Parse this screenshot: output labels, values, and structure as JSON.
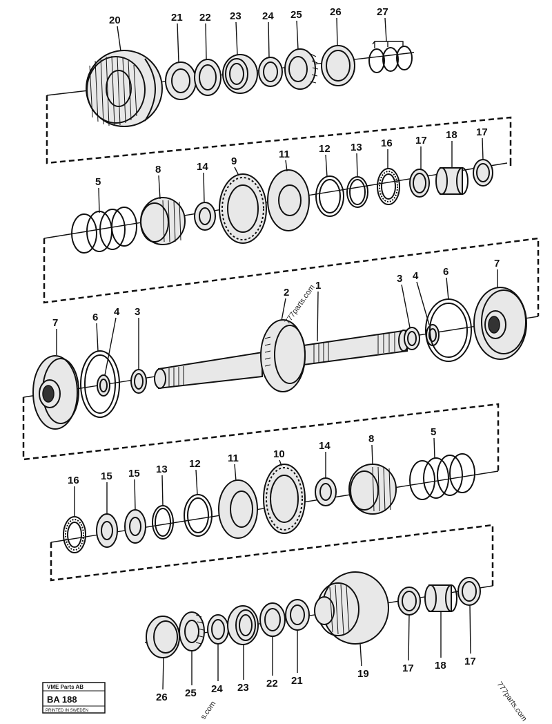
{
  "callouts": {
    "row1": [
      "20",
      "21",
      "22",
      "23",
      "24",
      "25",
      "26",
      "27"
    ],
    "row2": [
      "5",
      "8",
      "14",
      "9",
      "11",
      "12",
      "13",
      "16",
      "17",
      "18",
      "17"
    ],
    "row3_right": [
      "2",
      "1",
      "3",
      "4",
      "6",
      "7"
    ],
    "row3_left": [
      "7",
      "6",
      "4",
      "3"
    ],
    "row4": [
      "16",
      "15",
      "15",
      "13",
      "12",
      "11",
      "10",
      "14",
      "8",
      "5"
    ],
    "row5": [
      "26",
      "25",
      "24",
      "23",
      "22",
      "21",
      "19",
      "17",
      "18",
      "17"
    ]
  },
  "watermarks": [
    "777parts.com",
    "777parts.com",
    "s.com"
  ],
  "stamp": {
    "company": "VME Parts AB",
    "code": "BA 188",
    "printed": "PRINTED IN SWEDEN"
  }
}
